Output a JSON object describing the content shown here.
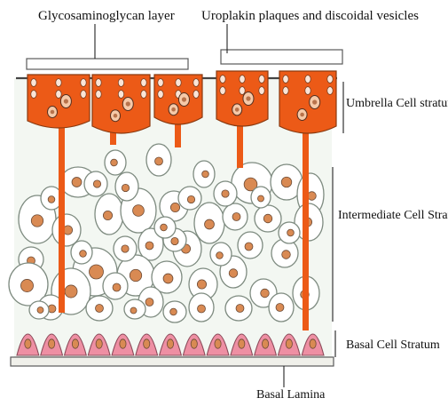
{
  "labels": {
    "glycosaminoglycan": "Glycosaminoglycan layer",
    "uroplakin": "Uroplakin plaques and discoidal vesicles",
    "umbrella": "Umbrella Cell stratum",
    "intermediate": "Intermediate Cell Stratum",
    "basal": "Basal Cell Stratum",
    "lamina": "Basal Lamina"
  },
  "colors": {
    "umbrella_cell": "#ec5a17",
    "cytoplasm_process": "#ec5a17",
    "basal_cell": "#ee8fa3",
    "nucleus": "#d98a53",
    "membrane": "#7e8b80",
    "intermediate_cell": "#ffffff",
    "background_tissue": "#f3f7f2",
    "lamina": "#f0f0ea"
  },
  "structure": {
    "umbrella_cell_count": 5,
    "basal_cell_count": 13,
    "intermediate_cell_count": 52
  }
}
